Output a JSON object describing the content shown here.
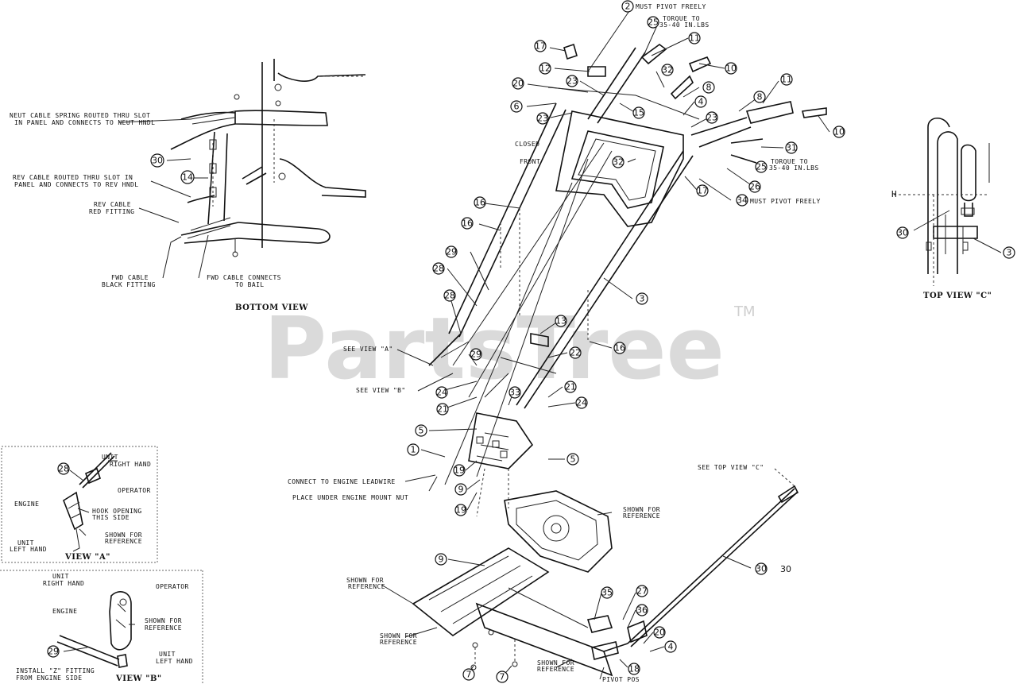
{
  "watermark": {
    "text": "PartsTree",
    "tm": "TM"
  },
  "views": {
    "bottom": "BOTTOM VIEW",
    "top_c": "TOP VIEW \"C\"",
    "view_a": "VIEW \"A\"",
    "view_b": "VIEW \"B\""
  },
  "notes": {
    "neut_1": "NEUT CABLE SPRING ROUTED THRU SLOT",
    "neut_2": "IN PANEL AND CONNECTS TO NEUT HNDL",
    "rev_1": "REV CABLE ROUTED THRU SLOT IN",
    "rev_2": "PANEL AND CONNECTS TO REV HNDL",
    "revfit_1": "REV CABLE",
    "revfit_2": "RED FITTING",
    "fwd_1": "FWD CABLE",
    "fwd_2": "BLACK FITTING",
    "fwdbail_1": "FWD CABLE CONNECTS",
    "fwdbail_2": "TO BAIL",
    "pivot_top": "MUST PIVOT FREELY",
    "pivot_mid": "MUST PIVOT FREELY",
    "torque_top_1": "TORQUE TO",
    "torque_top_2": "35-40 IN.LBS",
    "torque_mid_1": "TORQUE TO",
    "torque_mid_2": "35-40 IN.LBS",
    "see_a": "SEE VIEW \"A\"",
    "see_b": "SEE VIEW \"B\"",
    "see_c": "SEE TOP VIEW \"C\"",
    "connect_engine": "CONNECT TO ENGINE LEADWIRE",
    "place_under": "PLACE UNDER ENGINE MOUNT NUT",
    "shown_ref_1": "SHOWN FOR",
    "shown_ref_2": "REFERENCE",
    "engine": "ENGINE",
    "operator": "OPERATOR",
    "unit_rh_1": "UNIT",
    "unit_rh_2": "RIGHT HAND",
    "unit_lh_1": "UNIT",
    "unit_lh_2": "LEFT HAND",
    "hook_1": "HOOK OPENING",
    "hook_2": "THIS SIDE",
    "install_z_1": "INSTALL \"Z\" FITTING",
    "install_z_2": "FROM ENGINE SIDE",
    "callout_30": "30",
    "h_label": "H",
    "closed": "CLOSED",
    "front": "FRONT",
    "pivot_bottom": "PIVOT POS"
  },
  "callouts": [
    "1",
    "2",
    "3",
    "4",
    "5",
    "6",
    "7",
    "8",
    "9",
    "10",
    "11",
    "12",
    "13",
    "14",
    "15",
    "16",
    "17",
    "18",
    "19",
    "20",
    "21",
    "22",
    "23",
    "24",
    "25",
    "26",
    "27",
    "28",
    "29",
    "30",
    "31",
    "32",
    "33",
    "34",
    "35",
    "36"
  ]
}
